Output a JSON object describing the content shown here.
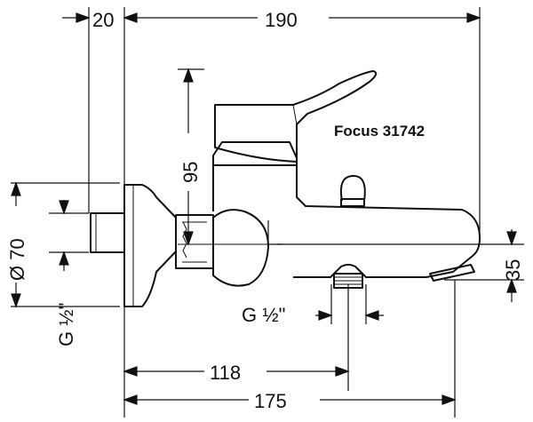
{
  "drawing": {
    "model_label": "Focus 31742",
    "dimensions": {
      "top_left": "20",
      "top_overall": "190",
      "height_lever": "95",
      "diameter": "Ø 70",
      "spout_height": "35",
      "outlet_thread": "G ½\"",
      "inlet_thread": "G ½\"",
      "to_outlet": "118",
      "overall_bottom": "175"
    }
  }
}
